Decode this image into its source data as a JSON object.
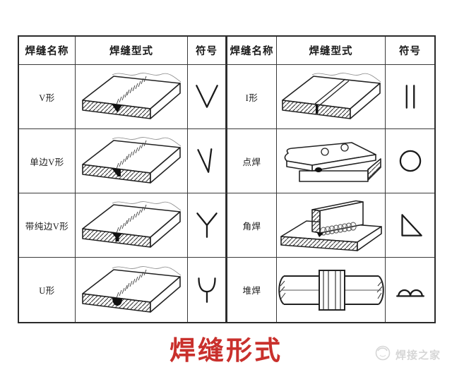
{
  "table": {
    "left": {
      "headers": {
        "name": "焊缝名称",
        "form": "焊缝型式",
        "symbol": "符号"
      },
      "rows": [
        {
          "name": "V形",
          "symbol": "v-groove",
          "illustration": "butt-v"
        },
        {
          "name": "单边V形",
          "symbol": "single-v",
          "illustration": "butt-single-v"
        },
        {
          "name": "带纯边V形",
          "symbol": "y-groove",
          "illustration": "butt-y"
        },
        {
          "name": "U形",
          "symbol": "u-groove",
          "illustration": "butt-u"
        }
      ]
    },
    "right": {
      "headers": {
        "name": "焊缝名称",
        "form": "焊缝型式",
        "symbol": "符号"
      },
      "rows": [
        {
          "name": "I形",
          "symbol": "i-groove",
          "illustration": "butt-i"
        },
        {
          "name": "点焊",
          "symbol": "spot",
          "illustration": "lap-spot"
        },
        {
          "name": "角焊",
          "symbol": "fillet",
          "illustration": "tee-fillet"
        },
        {
          "name": "堆焊",
          "symbol": "surfacing",
          "illustration": "shaft-surfacing"
        }
      ]
    }
  },
  "title": {
    "text": "焊缝形式",
    "color": "#c9302c"
  },
  "watermark": {
    "text": "焊接之家",
    "logo_icon": "weld-home-logo-icon",
    "color": "#d6d6d6"
  }
}
